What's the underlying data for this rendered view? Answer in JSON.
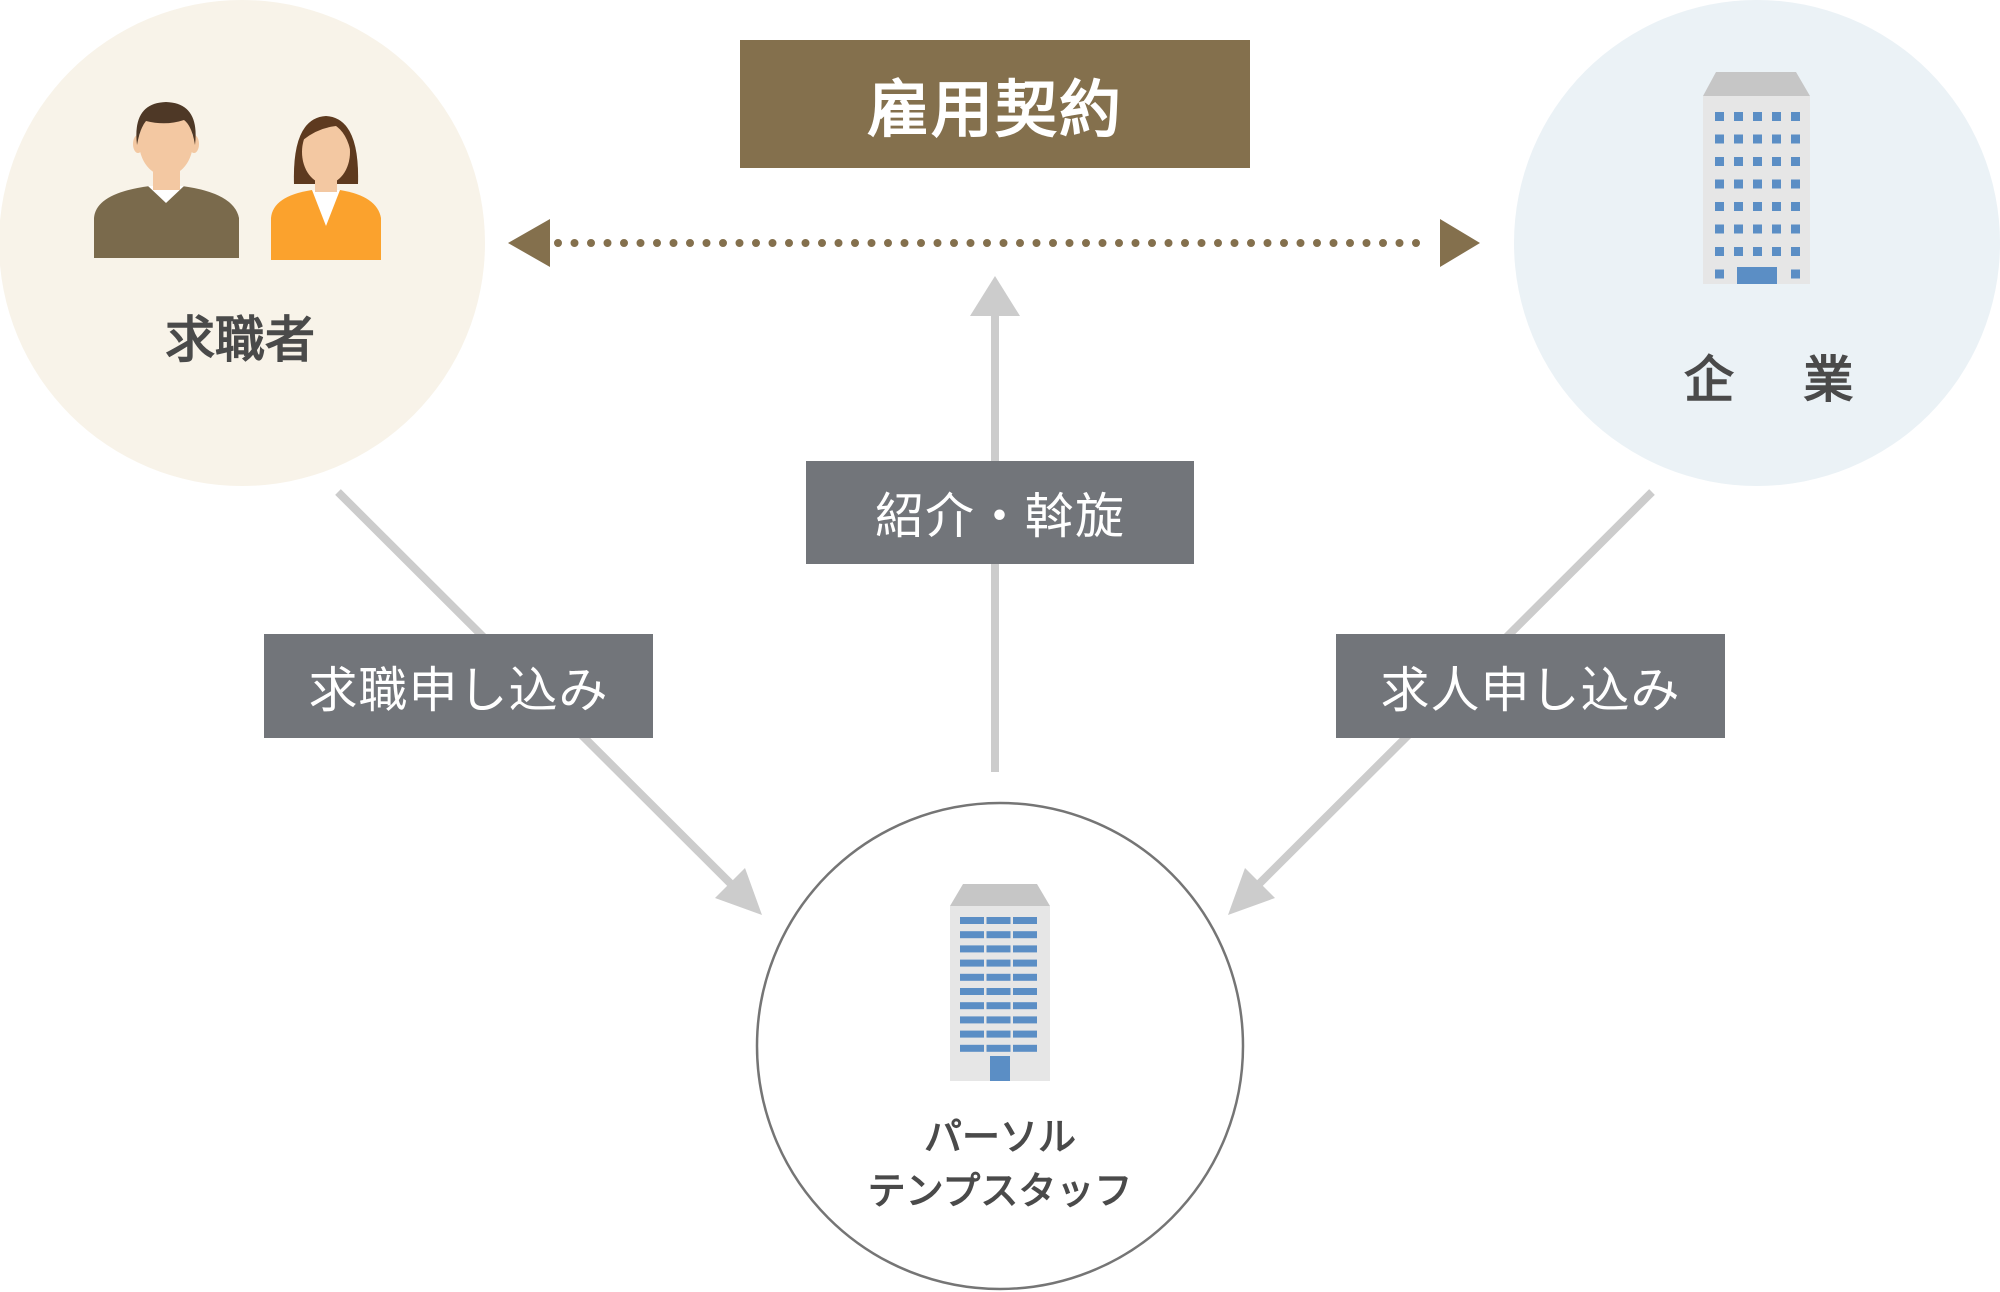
{
  "contract_label": "雇用契約",
  "nodes": {
    "job_seeker": "求職者",
    "company": "企 業",
    "agency_line1": "パーソル",
    "agency_line2": "テンプスタッフ"
  },
  "arrow_labels": {
    "introduction": "紹介・斡旋",
    "job_seeker_application": "求職申し込み",
    "company_application": "求人申し込み"
  },
  "colors": {
    "contract_brown": "#84704d",
    "label_grey": "#72757a",
    "arrow_grey": "#cccccc",
    "seeker_circle": "#f8f3e9",
    "company_circle": "#ebf2f6",
    "window_blue": "#5b8ec5",
    "building_grey": "#e6e6e6",
    "man_jacket": "#7a6a4c",
    "woman_jacket": "#fba22d"
  }
}
